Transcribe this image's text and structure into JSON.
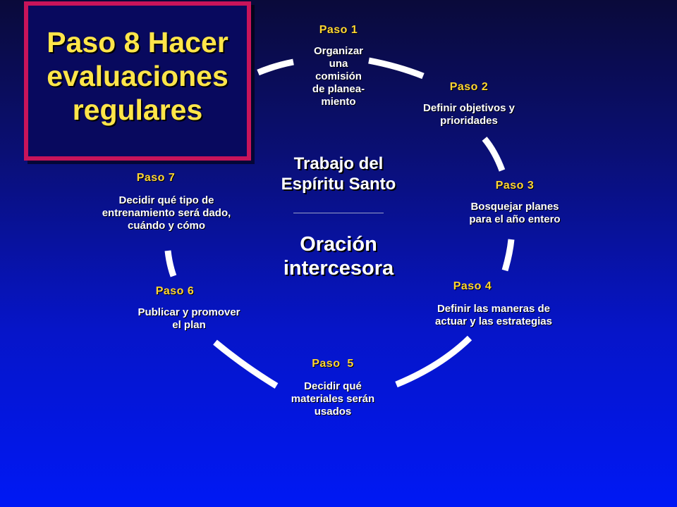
{
  "title": "Paso 8  Hacer\nevaluaciones\nregulares",
  "center": {
    "line1": "Trabajo del\nEspíritu Santo",
    "line2": "Oración\nintercesora"
  },
  "steps": [
    {
      "label": "Paso 1",
      "text": "Organizar\nuna\ncomisión\nde planea-\nmiento"
    },
    {
      "label": "Paso 2",
      "text": "Definir objetivos y\nprioridades"
    },
    {
      "label": "Paso 3",
      "text": "Bosquejar  planes\npara el año entero"
    },
    {
      "label": "Paso 4",
      "text": "Definir las maneras de\nactuar y las estrategias"
    },
    {
      "label": "Paso  5",
      "text": "Decidir qué\nmateriales serán\nusados"
    },
    {
      "label": "Paso 6",
      "text": "Publicar y promover\nel plan"
    },
    {
      "label": "Paso 7",
      "text": "Decidir qué tipo de\nentrenamiento será dado,\ncuándo y cómo"
    }
  ]
}
